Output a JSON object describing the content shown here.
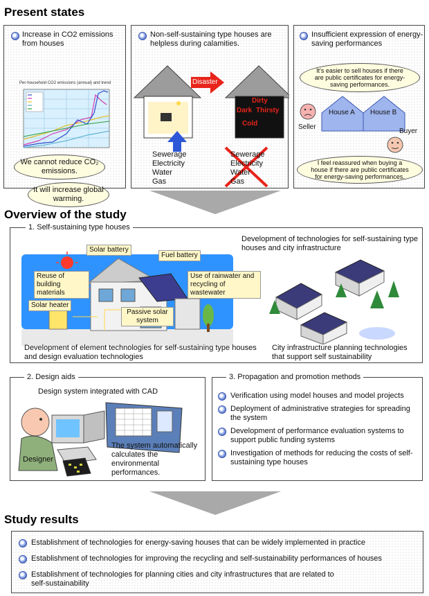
{
  "present": {
    "heading": "Present states",
    "panel1": {
      "title": "Increase in CO2 emissions from houses",
      "chart_caption": "Per-household CO2 emissions (annual) and trend",
      "bubble1": "We cannot reduce CO₂ emissions.",
      "bubble2": "It will increase global warming."
    },
    "panel2": {
      "title": "Non-self-sustaining type houses are helpless during calamities.",
      "disaster": "Disaster",
      "conditions": [
        "Dirty",
        "Dark",
        "Thirsty",
        "Cold"
      ],
      "utilities": [
        "Sewerage",
        "Electricity",
        "Water",
        "Gas"
      ]
    },
    "panel3": {
      "title": "Insufficient expression of energy-saving performances",
      "seller_bubble": "It's easier to sell houses if there are public certificates for energy-saving performances.",
      "house_a": "House A",
      "house_b": "House B",
      "seller": "Seller",
      "buyer": "Buyer",
      "buyer_bubble": "I feel reassured when buying a house if there are public certificates for energy-saving performances."
    }
  },
  "overview": {
    "heading": "Overview of the study",
    "sec1": {
      "title": "1. Self-sustaining type houses",
      "labels": {
        "solar_battery": "Solar battery",
        "fuel_battery": "Fuel battery",
        "reuse": "Reuse of building materials",
        "rainwater": "Use of rainwater and recycling of wastewater",
        "solar_heater": "Solar heater",
        "passive": "Passive solar system"
      },
      "tech_title": "Development of technologies for self-sustaining type houses and city infrastructure",
      "element_caption": "Development of element technologies for self-sustaining type houses and design evaluation technologies",
      "city_caption": "City infrastructure planning technologies that support self sustainability"
    },
    "sec2": {
      "title": "2. Design aids",
      "subtitle": "Design system integrated with CAD",
      "system_text": "The system automatically calculates the environmental performances.",
      "designer": "Designer"
    },
    "sec3": {
      "title": "3. Propagation and promotion methods",
      "items": [
        "Verification using model houses and model projects",
        "Deployment of administrative strategies for spreading the system",
        "Development of performance evaluation systems to support public funding systems",
        "Investigation of methods for reducing the costs of self-sustaining type houses"
      ]
    }
  },
  "results": {
    "heading": "Study results",
    "items": [
      "Establishment of technologies for energy-saving houses that can be widely implemented in practice",
      "Establishment of technologies for improving the recycling and self-sustainability performances of houses",
      "Establishment of technologies for planning cities and city infrastructures that are related to self-sustainability"
    ]
  },
  "colors": {
    "arrow_gray": "#a9a9a9",
    "disaster_red": "#e8231a",
    "utility_blue": "#2d57d6",
    "house_blue": "#9fb5ee",
    "bubble_yellow": "#fffde0"
  }
}
